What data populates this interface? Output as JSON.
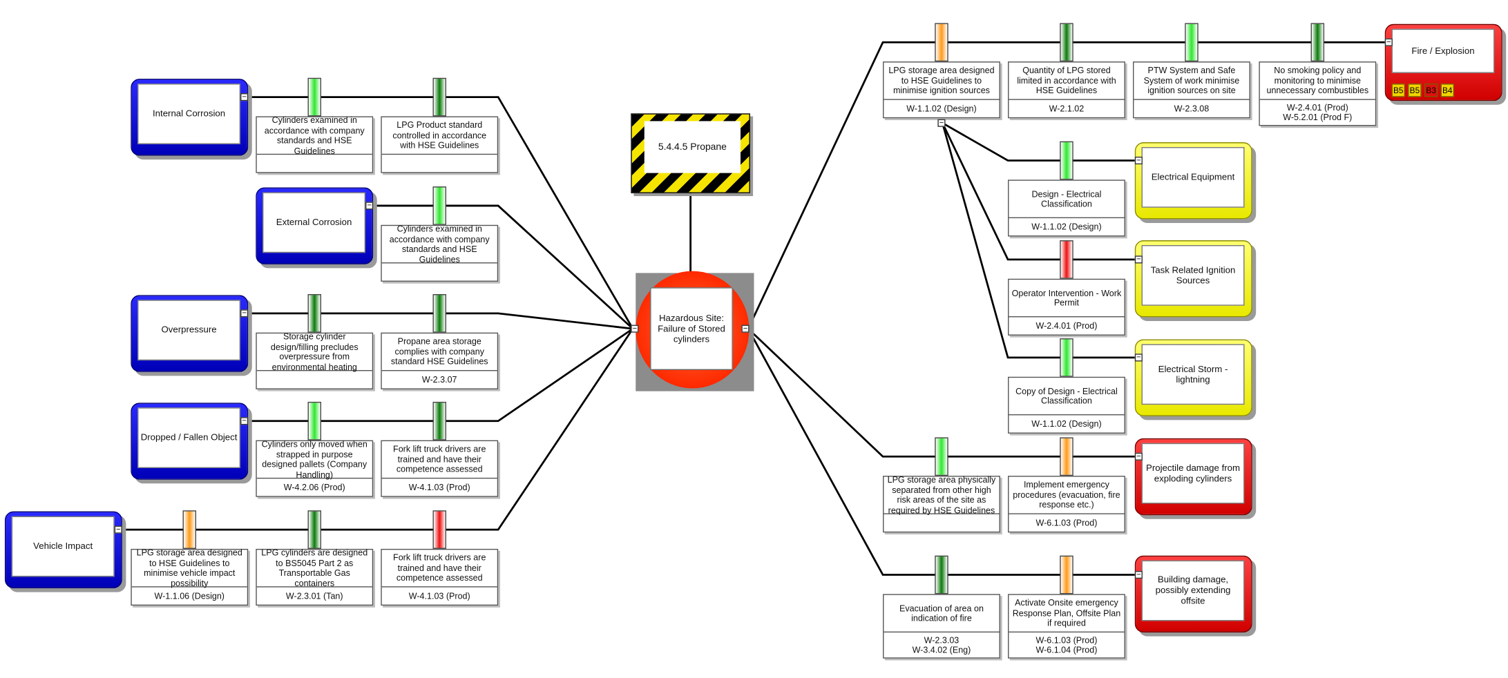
{
  "hazard": {
    "label": "5.4.4.5 Propane"
  },
  "top_event": {
    "label": "Hazardous Site: Failure of Stored cylinders"
  },
  "threats": [
    {
      "label": "Internal Corrosion"
    },
    {
      "label": "External Corrosion"
    },
    {
      "label": "Overpressure"
    },
    {
      "label": "Dropped / Fallen Object"
    },
    {
      "label": "Vehicle Impact"
    }
  ],
  "consequences": [
    {
      "label": "Fire / Explosion",
      "color": "red"
    },
    {
      "label": "Electrical Equipment",
      "color": "yellow"
    },
    {
      "label": "Task Related Ignition Sources",
      "color": "yellow"
    },
    {
      "label": "Electrical Storm - lightning",
      "color": "yellow"
    },
    {
      "label": "Projectile damage from exploding cylinders",
      "color": "red"
    },
    {
      "label": "Building damage, possibly extending offsite",
      "color": "red"
    }
  ],
  "risk_badges": [
    {
      "label": "B5",
      "color": "#f2d400"
    },
    {
      "label": "B5",
      "color": "#f2d400"
    },
    {
      "label": "B3",
      "color": "#e01010"
    },
    {
      "label": "B4",
      "color": "#f2d400"
    }
  ],
  "barriers": [
    {
      "text": "Cylinders examined in accordance with company standards and HSE Guidelines",
      "ref1": "",
      "ref2": "",
      "status": "green"
    },
    {
      "text": "LPG Product standard controlled in accordance with HSE Guidelines",
      "ref1": "",
      "ref2": "",
      "status": "darkgreen"
    },
    {
      "text": "Cylinders examined in accordance with company standards and HSE Guidelines",
      "ref1": "",
      "ref2": "",
      "status": "green"
    },
    {
      "text": "Storage cylinder design/filling precludes overpressure from environmental heating",
      "ref1": "",
      "ref2": "",
      "status": "darkgreen"
    },
    {
      "text": "Propane area storage complies with company standard HSE Guidelines",
      "ref1": "W-2.3.07",
      "ref2": "",
      "status": "darkgreen"
    },
    {
      "text": "Cylinders only moved when strapped in purpose designed pallets (Company Handling)",
      "ref1": "W-4.2.06 (Prod)",
      "ref2": "",
      "status": "green"
    },
    {
      "text": "Fork lift truck drivers are trained and have their competence assessed",
      "ref1": "W-4.1.03 (Prod)",
      "ref2": "",
      "status": "darkgreen"
    },
    {
      "text": "LPG storage area designed to HSE Guidelines to minimise vehicle impact possibility",
      "ref1": "W-1.1.06 (Design)",
      "ref2": "",
      "status": "orange"
    },
    {
      "text": "LPG cylinders are designed to BS5045 Part 2 as Transportable Gas containers",
      "ref1": "W-2.3.01 (Tan)",
      "ref2": "",
      "status": "darkgreen"
    },
    {
      "text": "Fork lift truck drivers are trained and have their competence assessed",
      "ref1": "W-4.1.03 (Prod)",
      "ref2": "",
      "status": "red"
    },
    {
      "text": "LPG storage area designed to HSE Guidelines to minimise ignition sources",
      "ref1": "W-1.1.02 (Design)",
      "ref2": "",
      "status": "orange"
    },
    {
      "text": "Quantity of LPG stored limited in accordance with HSE Guidelines",
      "ref1": "W-2.1.02",
      "ref2": "",
      "status": "darkgreen"
    },
    {
      "text": "PTW System and Safe System of work minimise ignition sources on site",
      "ref1": "W-2.3.08",
      "ref2": "",
      "status": "green"
    },
    {
      "text": "No smoking policy and monitoring to minimise unnecessary combustibles",
      "ref1": "W-2.4.01 (Prod)",
      "ref2": "W-5.2.01 (Prod F)",
      "status": "darkgreen"
    },
    {
      "text": "Design - Electrical Classification",
      "ref1": "W-1.1.02 (Design)",
      "ref2": "",
      "status": "green"
    },
    {
      "text": "Operator Intervention - Work Permit",
      "ref1": "W-2.4.01 (Prod)",
      "ref2": "",
      "status": "red"
    },
    {
      "text": "Copy of Design - Electrical Classification",
      "ref1": "W-1.1.02 (Design)",
      "ref2": "",
      "status": "green"
    },
    {
      "text": "LPG storage area physically separated from other high risk areas of the site as required by HSE Guidelines",
      "ref1": "",
      "ref2": "",
      "status": "green"
    },
    {
      "text": "Implement emergency procedures (evacuation, fire response etc.)",
      "ref1": "W-6.1.03 (Prod)",
      "ref2": "",
      "status": "orange"
    },
    {
      "text": "Evacuation of area on indication of fire",
      "ref1": "W-2.3.03",
      "ref2": "W-3.4.02 (Eng)",
      "status": "darkgreen"
    },
    {
      "text": "Activate Onsite emergency Response Plan, Offsite Plan if required",
      "ref1": "W-6.1.03 (Prod)",
      "ref2": "W-6.1.04 (Prod)",
      "status": "orange"
    }
  ]
}
